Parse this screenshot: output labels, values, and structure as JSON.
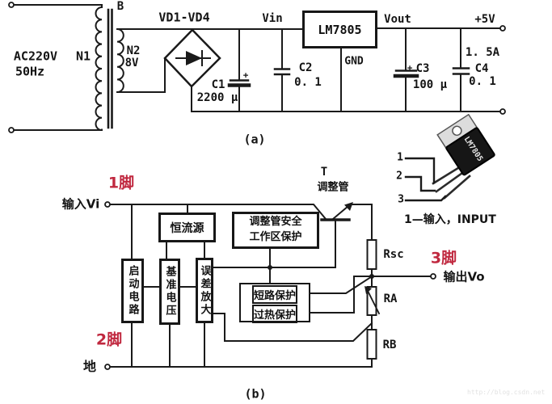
{
  "colors": {
    "red": "#c0283f",
    "line": "#1a1a1a"
  },
  "a": {
    "caption": "(a)",
    "b": "B",
    "ac": "AC220V",
    "hz": "50Hz",
    "n1": "N1",
    "n2": "N2",
    "n2v": "8V",
    "bridge": "VD1-VD4",
    "c1": "C1",
    "c1v": "2200 μ",
    "c1p": "+",
    "vin": "Vin",
    "c2": "C2",
    "c2v": "0. 1",
    "ic": "LM7805",
    "gnd": "GND",
    "vout": "Vout",
    "c3": "C3",
    "c3v": "100 μ",
    "c3p": "+",
    "c4": "C4",
    "c4v": "0. 1",
    "amp": "1. 5A",
    "v5": "+5V"
  },
  "b": {
    "caption": "(b)",
    "pin1": "1脚",
    "pin2": "2脚",
    "pin3": "3脚",
    "in": "输入Vi",
    "gnd": "地",
    "out": "输出Vo",
    "cc": "恒流源",
    "startup": "启动电路",
    "ref": "基准电压",
    "ea": "误差放大",
    "soa1": "调整管安全",
    "soa2": "工作区保护",
    "sc": "短路保护",
    "oh": "过热保护",
    "t": "T",
    "tname": "调整管",
    "rsc": "Rsc",
    "ra": "RA",
    "rb": "RB"
  },
  "pkg": {
    "chip": "LM7805",
    "p1": "1",
    "p2": "2",
    "p3": "3",
    "caption": "1—输入，INPUT"
  },
  "watermark": "http://blog.csdn.net"
}
